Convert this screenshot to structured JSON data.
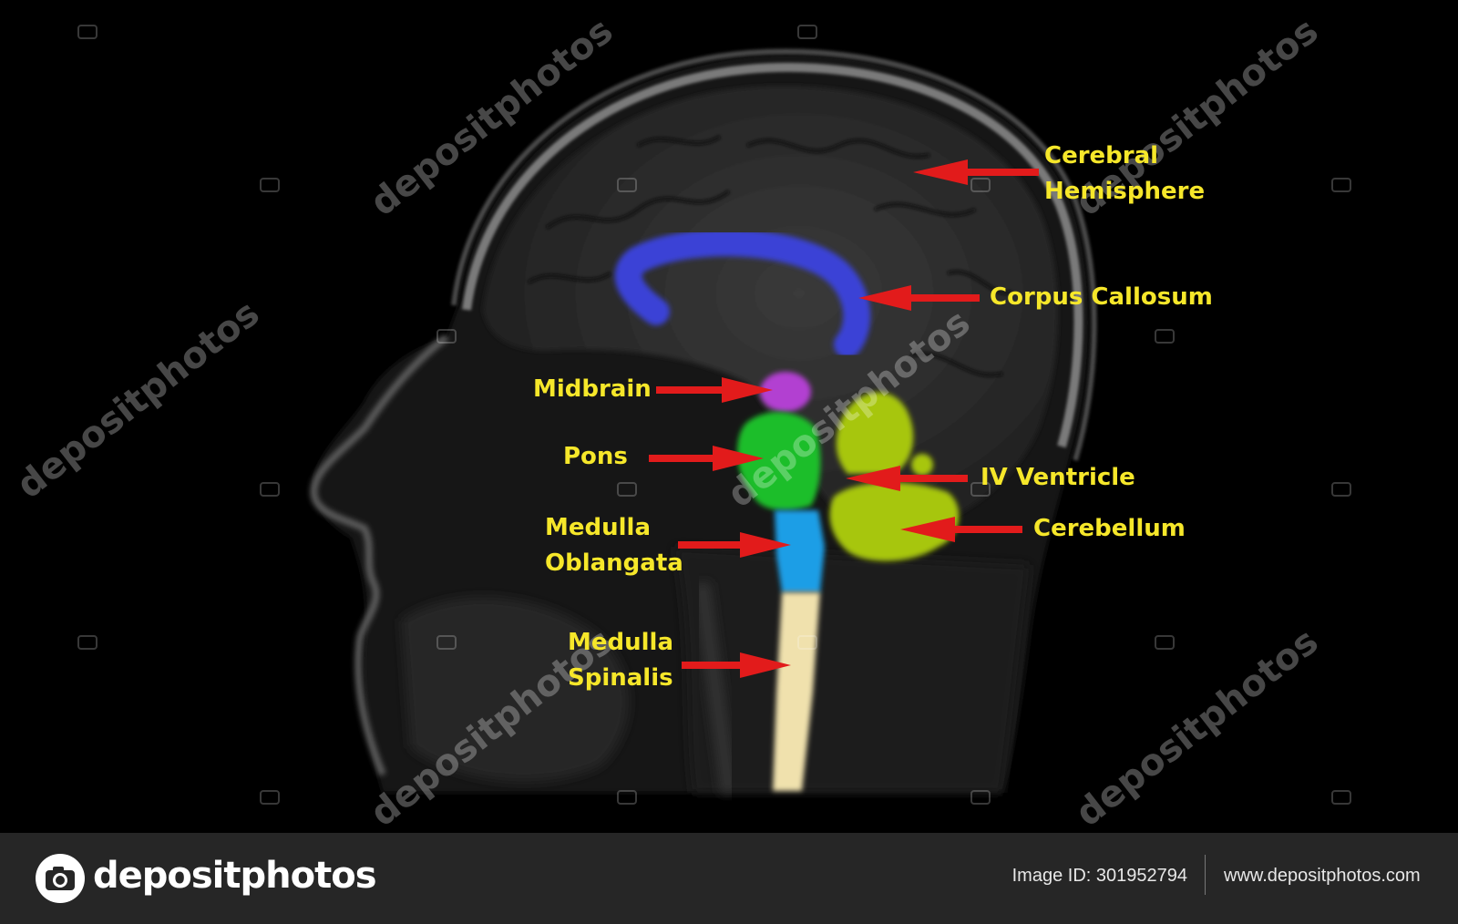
{
  "labels": {
    "cerebral_hemisphere": [
      "Cerebral",
      "Hemisphere"
    ],
    "corpus_callosum": [
      "Corpus Callosum"
    ],
    "midbrain": [
      "Midbrain"
    ],
    "pons": [
      "Pons"
    ],
    "iv_ventricle": [
      "IV Ventricle"
    ],
    "cerebellum": [
      "Cerebellum"
    ],
    "medulla_oblangata": [
      "Medulla",
      "Oblangata"
    ],
    "medulla_spinalis": [
      "Medulla",
      "Spinalis"
    ]
  },
  "watermark": "depositphotos",
  "footer": {
    "logo_text": "depositphotos",
    "image_id": "Image ID: 301952794",
    "site_url": "www.depositphotos.com"
  },
  "colors": {
    "label_text": "#f6e72a",
    "arrow": "#e21b1b",
    "corpus_callosum": "#3a43d6",
    "midbrain": "#b23fd1",
    "pons": "#1fbe2c",
    "medulla_oblangata": "#1c9ee6",
    "medulla_spinalis": "#f0e1ad",
    "cerebellum": "#a7c60e",
    "footer_bg": "#262626"
  }
}
